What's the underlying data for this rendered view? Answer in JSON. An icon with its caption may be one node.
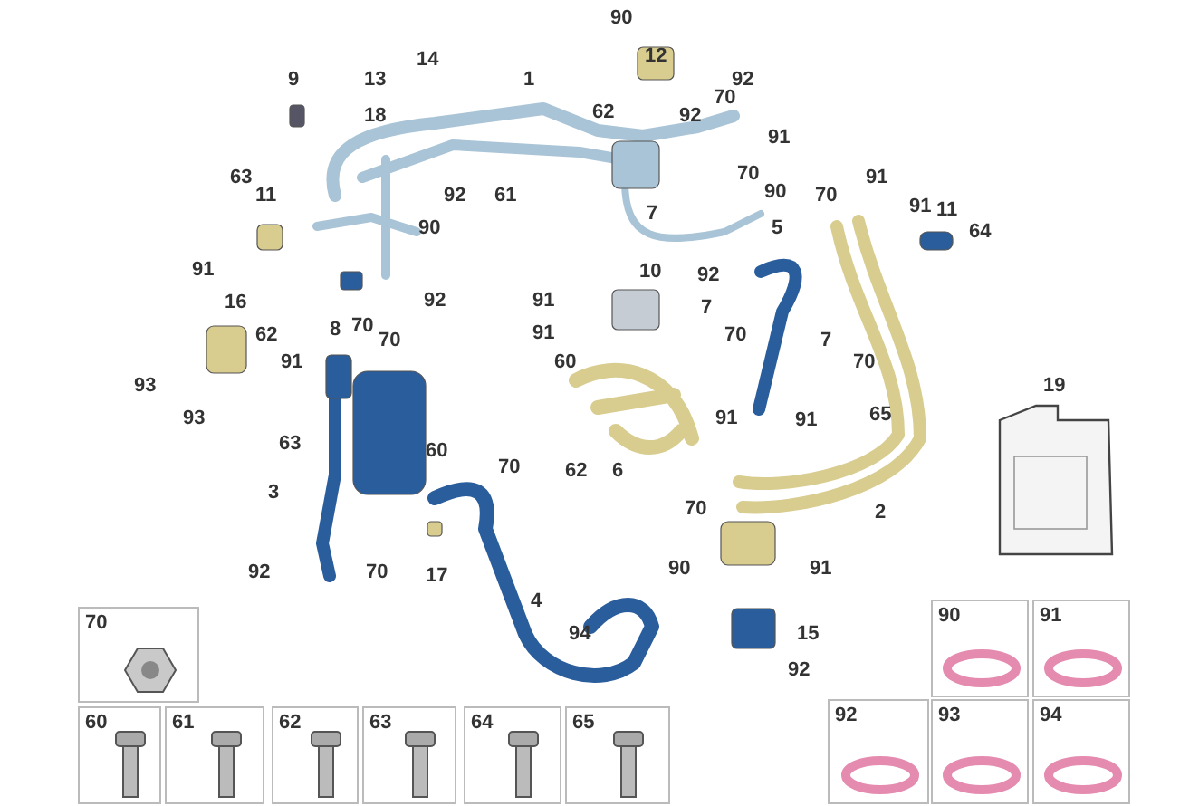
{
  "diagram": {
    "nodes": [
      {
        "text": [
          "70"
        ]
      },
      {
        "text": [
          "90"
        ]
      },
      {
        "text": [
          "91"
        ]
      },
      {
        "text": [
          "60"
        ]
      },
      {
        "text": [
          "61"
        ]
      },
      {
        "text": [
          "62"
        ]
      },
      {
        "text": [
          "63"
        ]
      },
      {
        "text": [
          "64"
        ]
      },
      {
        "text": [
          "65"
        ]
      },
      {
        "text": [
          "92"
        ]
      },
      {
        "text": [
          "93"
        ]
      },
      {
        "text": [
          "94"
        ]
      }
    ],
    "labels": [
      "90",
      "14",
      "12",
      "9",
      "13",
      "1",
      "92",
      "70",
      "18",
      "62",
      "92",
      "91",
      "63",
      "70",
      "91",
      "11",
      "92",
      "61",
      "90",
      "70",
      "7",
      "91",
      "11",
      "90",
      "5",
      "64",
      "91",
      "10",
      "92",
      "16",
      "92",
      "91",
      "7",
      "62",
      "8",
      "70",
      "70",
      "91",
      "70",
      "7",
      "91",
      "60",
      "70",
      "93",
      "19",
      "93",
      "91",
      "91",
      "65",
      "63",
      "60",
      "70",
      "62",
      "6",
      "3",
      "70",
      "2",
      "92",
      "70",
      "17",
      "90",
      "91",
      "4",
      "94",
      "15",
      "92"
    ]
  }
}
